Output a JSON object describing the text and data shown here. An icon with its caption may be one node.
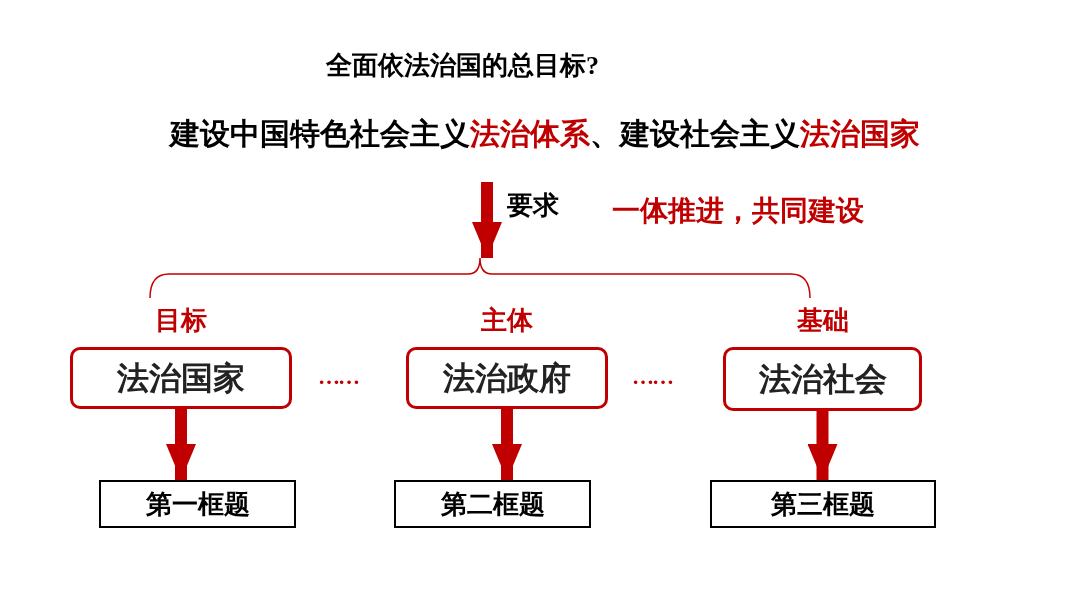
{
  "diagram": {
    "title": "全面依法治国的总目标?",
    "nodes": [
      {
        "text": [
          "建设中国特色社会主义**法治体系**、建设社会主义**法治国家**"
        ]
      },
      {
        "text": [],
        "shape": "brace"
      },
      {
        "text": [
          "目标",
          "法治国家"
        ]
      },
      {
        "text": [
          "主体",
          "法治政府"
        ]
      },
      {
        "text": [
          "基础",
          "法治社会"
        ]
      },
      {
        "text": [
          "第一框题"
        ]
      },
      {
        "text": [
          "第二框题"
        ]
      },
      {
        "text": [
          "第三框题"
        ]
      }
    ],
    "edges": [
      {
        "from": 0,
        "to": 1,
        "arrow": "to",
        "label": "要求"
      },
      {
        "from": 2,
        "to": 5,
        "arrow": "to"
      },
      {
        "from": 3,
        "to": 6,
        "arrow": "to"
      },
      {
        "from": 4,
        "to": 7,
        "arrow": "to"
      }
    ],
    "labels": [
      "一体推进，共同建设",
      "……",
      "……"
    ]
  }
}
